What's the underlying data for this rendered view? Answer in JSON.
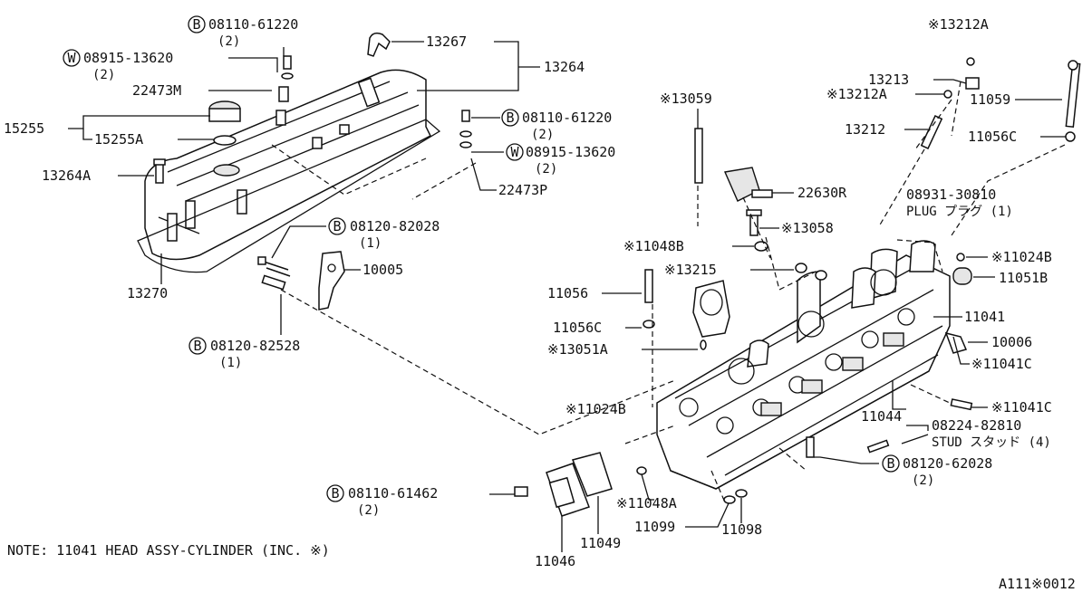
{
  "callouts": {
    "p1_code": "08110-61220",
    "p1_qty": "(2)",
    "p2_code": "08915-13620",
    "p2_qty": "(2)",
    "p3": "13267",
    "p4": "13264",
    "p5": "22473M",
    "p6": "15255",
    "p7": "15255A",
    "p8": "13264A",
    "p9_code": "08110-61220",
    "p9_qty": "(2)",
    "p10_code": "08915-13620",
    "p10_qty": "(2)",
    "p11": "22473P",
    "p12_code": "08120-82028",
    "p12_qty": "(1)",
    "p13": "10005",
    "p14": "13270",
    "p15_code": "08120-82528",
    "p15_qty": "(1)",
    "p16": "※13059",
    "p17": "※13212A",
    "p18": "13213",
    "p19": "※13212A",
    "p20": "11059",
    "p21": "13212",
    "p22": "11056C",
    "p23": "22630R",
    "p24_code": "08931-30810",
    "p24_desc": "PLUG プラグ (1)",
    "p25": "※13058",
    "p26": "※11048B",
    "p27": "※13215",
    "p28": "※11024B",
    "p29": "11051B",
    "p30": "11056",
    "p31": "11056C",
    "p32": "※13051A",
    "p33": "11041",
    "p34": "10006",
    "p35": "※11041C",
    "p36": "※11024B",
    "p37": "※11041C",
    "p38": "11044",
    "p39_code": "08224-82810",
    "p39_desc": "STUD スタッド (4)",
    "p40_code": "08120-62028",
    "p40_qty": "(2)",
    "p41_code": "08110-61462",
    "p41_qty": "(2)",
    "p42": "※11048A",
    "p43": "11099",
    "p44": "11098",
    "p45": "11049",
    "p46": "11046"
  },
  "circle_marks": {
    "bolt": "B",
    "washer": "W"
  },
  "note": "NOTE: 11041 HEAD ASSY-CYLINDER (INC. ※)",
  "figure_id": "A111※0012"
}
